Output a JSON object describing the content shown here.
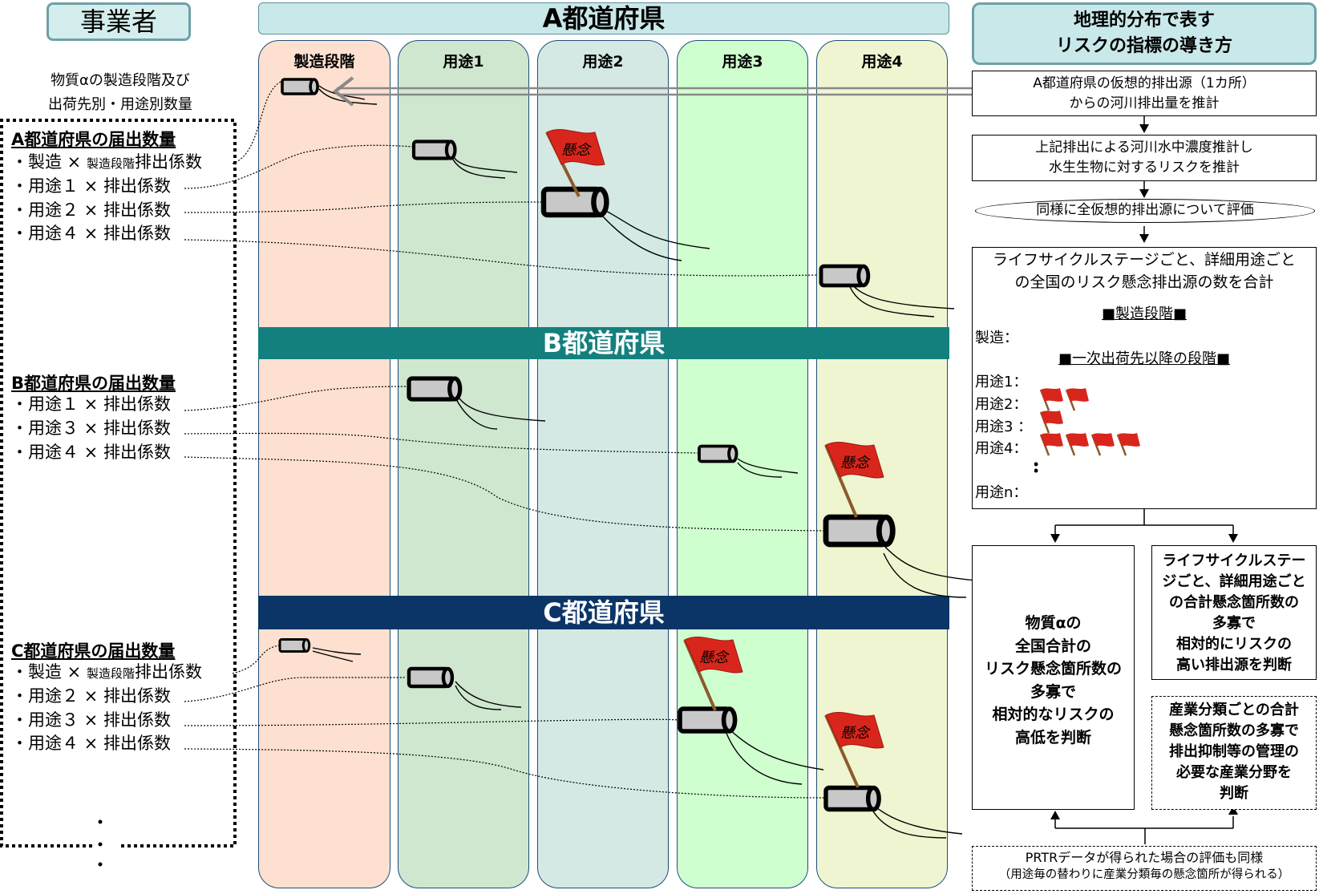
{
  "actor_label": "事業者",
  "columns": [
    "製造段階",
    "用途1",
    "用途2",
    "用途3",
    "用途4"
  ],
  "prefectures": {
    "a": "A都道府県",
    "b": "B都道府県",
    "c": "C都道府県"
  },
  "colors": {
    "col_manufacturing": "#fde0cf",
    "col_use1": "#cfe6cf",
    "col_use2": "#d4e9e3",
    "col_use3": "#cfffcf",
    "col_use4": "#eef5d0",
    "bar_a": "#c9e8ea",
    "bar_b": "#13807e",
    "bar_c": "#0b3567",
    "flag_red": "#d9261c"
  },
  "left": {
    "quantity_caption_1": "物質αの製造段階及び",
    "quantity_caption_2": "出荷先別・用途別数量",
    "a_heading": "A都道府県の届出数量",
    "a_items": [
      {
        "pre": "・製造 × ",
        "small": "製造段階",
        "post": "排出係数"
      },
      {
        "pre": "・用途１ × 排出係数",
        "small": "",
        "post": ""
      },
      {
        "pre": "・用途２ × 排出係数",
        "small": "",
        "post": ""
      },
      {
        "pre": "・用途４ × 排出係数",
        "small": "",
        "post": ""
      }
    ],
    "b_heading": "B都道府県の届出数量",
    "b_items": [
      "・用途１ × 排出係数",
      "・用途３ × 排出係数",
      "・用途４ × 排出係数"
    ],
    "c_heading": "C都道府県の届出数量",
    "c_items": [
      {
        "pre": "・製造 × ",
        "small": "製造段階",
        "post": "排出係数"
      },
      {
        "pre": "・用途２ × 排出係数",
        "small": "",
        "post": ""
      },
      {
        "pre": "・用途３ × 排出係数",
        "small": "",
        "post": ""
      },
      {
        "pre": "・用途４ × 排出係数",
        "small": "",
        "post": ""
      }
    ]
  },
  "flag_text": "懸念",
  "right": {
    "title_1": "地理的分布で表す",
    "title_2": "リスクの指標の導き方",
    "step1_1": "A都道府県の仮想的排出源（1カ所）",
    "step1_2": "からの河川排出量を推計",
    "step2_1": "上記排出による河川水中濃度推計し",
    "step2_2": "水生生物に対するリスクを推計",
    "step3": "同様に全仮想的排出源について評価",
    "step4_1": "ライフサイクルステージごと、詳細用途ごと",
    "step4_2": "の全国のリスク懸念排出源の数を合計",
    "mfg_heading": "■製造段階■",
    "mfg_label": "製造：",
    "ship_heading": "■一次出荷先以降の段階■",
    "use_rows": [
      {
        "label": "用途1：",
        "flags": 0
      },
      {
        "label": "用途2：",
        "flags": 2
      },
      {
        "label": "用途3 ：",
        "flags": 1
      },
      {
        "label": "用途4：",
        "flags": 4
      }
    ],
    "use_n": "用途n：",
    "result_main": [
      "物質αの",
      "全国合計の",
      "リスク懸念箇所数の",
      "多寡で",
      "相対的なリスクの",
      "高低を判断"
    ],
    "result_side": [
      "ライフサイクルステー",
      "ジごと、詳細用途ごと",
      "の合計懸念箇所数の",
      "多寡で",
      "相対的にリスクの",
      "高い排出源を判断"
    ],
    "result_industry": [
      "産業分類ごとの合計",
      "懸念箇所数の多寡で",
      "排出抑制等の管理の",
      "必要な産業分野を",
      "判断"
    ],
    "prtr_1": "PRTRデータが得られた場合の評価も同様",
    "prtr_2": "（用途毎の替わりに産業分類毎の懸念箇所が得られる）"
  }
}
